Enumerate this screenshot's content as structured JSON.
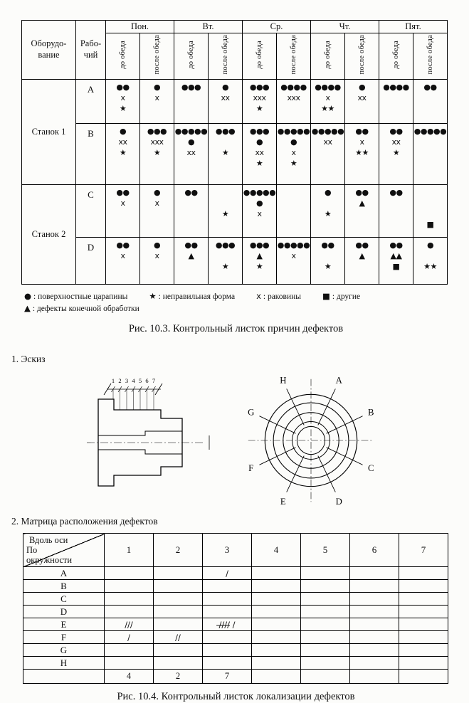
{
  "fig3": {
    "table": {
      "equipment_header": "Оборудо-\nвание",
      "worker_header": "Рабо-\nчий",
      "days": [
        "Пон.",
        "Вт.",
        "Ср.",
        "Чт.",
        "Пят."
      ],
      "sub_before": "до обеда",
      "sub_after": "после обеда",
      "groups": [
        {
          "equipment": "Станок 1",
          "workers": [
            {
              "name": "A",
              "cells": [
                "●●\nx\n★",
                "●\nx",
                "●●●",
                "●\nxx",
                "●●●\nxxx\n★",
                "●●●●\nxxx",
                "●●●●\nx\n★★",
                "●\nxx",
                "●●●●",
                "●●"
              ]
            },
            {
              "name": "B",
              "cells": [
                "●\nxx\n★",
                "●●●\nxxx\n★",
                "●●●●●\n●\nxx",
                "●●●\n\n★",
                "●●●\n●\nxx\n★",
                "●●●●●\n●\nx\n★",
                "●●●●●\nxx",
                "●●\nx\n★★",
                "●●\nxx\n★",
                "●●●●●"
              ]
            }
          ]
        },
        {
          "equipment": "Станок 2",
          "workers": [
            {
              "name": "C",
              "cells": [
                "●●\nx",
                "●\nx",
                "●●",
                "\n\n★",
                "●●●●●\n●\nx",
                "",
                "●\n\n★",
                "●●\n▲",
                "●●",
                "\n\n\n■"
              ]
            },
            {
              "name": "D",
              "cells": [
                "●●\nx",
                "●\nx",
                "●●\n▲",
                "●●●\n\n★",
                "●●●\n▲\n★",
                "●●●●●\nx",
                "●●\n\n★",
                "●●\n▲",
                "●●\n▲▲\n■",
                "●\n\n★★"
              ]
            }
          ]
        }
      ]
    },
    "legend": [
      {
        "symbol": "●",
        "label": ": поверхностные царапины"
      },
      {
        "symbol": "★",
        "label": ": неправильная форма"
      },
      {
        "symbol": "x",
        "label": ": раковины"
      },
      {
        "symbol": "■",
        "label": ": другие"
      },
      {
        "symbol": "▲",
        "label": ": дефекты конечной обработки"
      }
    ],
    "caption": "Рис. 10.3. Контрольный листок причин дефектов"
  },
  "section1": {
    "heading": "1. Эскиз",
    "ticks": [
      "1",
      "2",
      "3",
      "4",
      "5",
      "6",
      "7"
    ],
    "circle_labels": [
      "H",
      "A",
      "G",
      "B",
      "F",
      "C",
      "E",
      "D"
    ]
  },
  "section2": {
    "heading": "2. Матрица расположения дефектов"
  },
  "fig4": {
    "matrix": {
      "corner_top": "Вдоль оси",
      "corner_bottom": "По\nокружности",
      "columns": [
        "1",
        "2",
        "3",
        "4",
        "5",
        "6",
        "7"
      ],
      "rows": [
        {
          "label": "A",
          "cells": [
            "",
            "",
            "/",
            "",
            "",
            "",
            ""
          ]
        },
        {
          "label": "B",
          "cells": [
            "",
            "",
            "",
            "",
            "",
            "",
            ""
          ]
        },
        {
          "label": "C",
          "cells": [
            "",
            "",
            "",
            "",
            "",
            "",
            ""
          ]
        },
        {
          "label": "D",
          "cells": [
            "",
            "",
            "",
            "",
            "",
            "",
            ""
          ]
        },
        {
          "label": "E",
          "cells": [
            "///",
            "",
            "/̶/̶/̶/̶ /",
            "",
            "",
            "",
            ""
          ]
        },
        {
          "label": "F",
          "cells": [
            "/",
            "//",
            "",
            "",
            "",
            "",
            ""
          ]
        },
        {
          "label": "G",
          "cells": [
            "",
            "",
            "",
            "",
            "",
            "",
            ""
          ]
        },
        {
          "label": "H",
          "cells": [
            "",
            "",
            "",
            "",
            "",
            "",
            ""
          ]
        }
      ],
      "totals": [
        "4",
        "2",
        "7",
        "",
        "",
        "",
        ""
      ]
    },
    "caption": "Рис. 10.4. Контрольный листок локализации дефектов"
  }
}
